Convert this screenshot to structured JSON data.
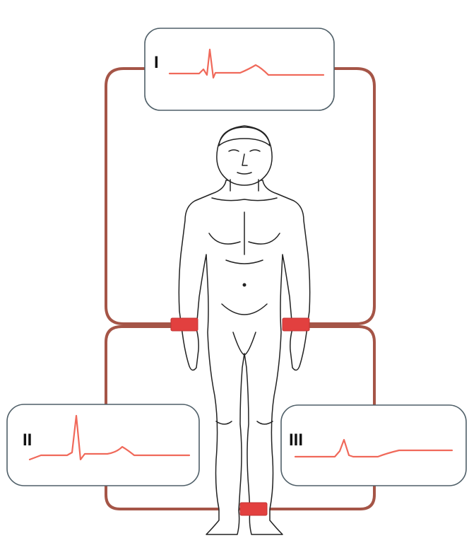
{
  "diagram": {
    "leads": [
      {
        "id": "lead-1",
        "label": "I"
      },
      {
        "id": "lead-2",
        "label": "II"
      },
      {
        "id": "lead-3",
        "label": "III"
      }
    ],
    "electrodes": [
      "right-wrist",
      "left-wrist",
      "left-ankle"
    ],
    "colors": {
      "wire": "#a55547",
      "trace": "#f0695a",
      "electrode": "#e2403f",
      "box_border": "#4f5f68"
    }
  }
}
